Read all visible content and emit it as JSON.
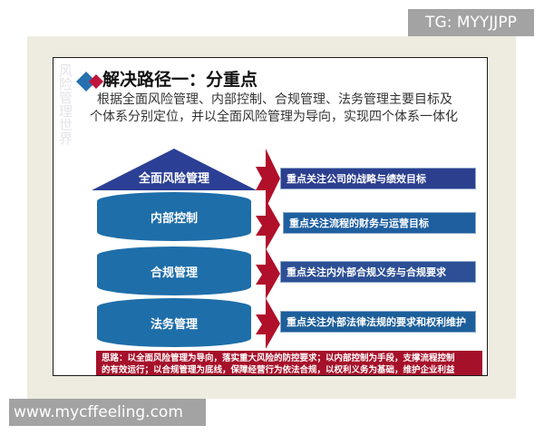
{
  "watermarks": {
    "top_right": "TG: MYYJJPP",
    "bottom_left": "www.mycffeeling.com",
    "side_vertical": "风险管理世界"
  },
  "slide": {
    "title": "解决路径一：分重点",
    "intro_line1": "根据全面风险管理、内部控制、合规管理、法务管理主要目标及",
    "intro_line2": "个体系分别定位，并以全面风险管理为导向，实现四个体系一体化",
    "pyramid": {
      "top": "全面风险管理",
      "layers": [
        "内部控制",
        "合规管理",
        "法务管理"
      ]
    },
    "goals": [
      "重点关注公司的战略与绩效目标",
      "重点关注流程的财务与运营目标",
      "重点关注内外部合规义务与合规要求",
      "重点关注外部法律法规的要求和权利维护"
    ],
    "summary_line1": "思路：以全面风险管理为导向，落实重大风险的防控要求；以内部控制为手段，支撑流程控制",
    "summary_line2": "的有效运行；以合规管理为底线，保障经营行为依法合规，以权利义务为基础，维护企业利益"
  },
  "colors": {
    "triangle": "#2b3f95",
    "cylinder": "#1e6ea9",
    "arrow": "#b0102a",
    "summary_bg": "#a6112a",
    "diamond_blue": "#2670b0",
    "diamond_red": "#c0143c"
  }
}
